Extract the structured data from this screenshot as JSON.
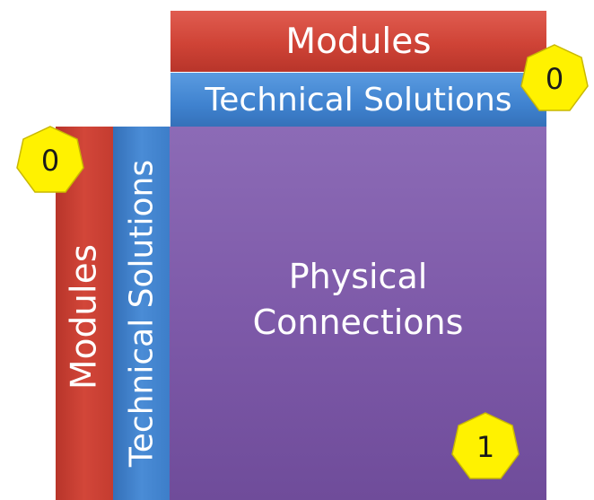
{
  "top": {
    "modules_label": "Modules",
    "technical_label": "Technical Solutions"
  },
  "left": {
    "modules_label": "Modules",
    "technical_label": "Technical Solutions"
  },
  "center": {
    "line1": "Physical",
    "line2": "Connections"
  },
  "badges": {
    "top_right": "0",
    "left": "0",
    "bottom": "1"
  },
  "colors": {
    "modules": "#cf4336",
    "technical": "#3f82cf",
    "physical": "#7e5aa9",
    "badge_fill": "#fff200"
  }
}
